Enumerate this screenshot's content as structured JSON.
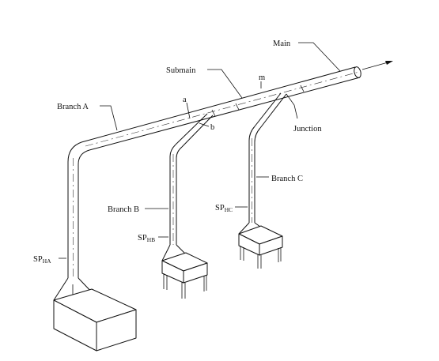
{
  "labels": {
    "main": "Main",
    "submain": "Submain",
    "m": "m",
    "a": "a",
    "b": "b",
    "junction": "Junction",
    "branch_a": "Branch A",
    "branch_b": "Branch B",
    "branch_c": "Branch C",
    "sp_prefix": "SP",
    "sp_ha_sub": "HA",
    "sp_hb_sub": "HB",
    "sp_hc_sub": "HC"
  }
}
